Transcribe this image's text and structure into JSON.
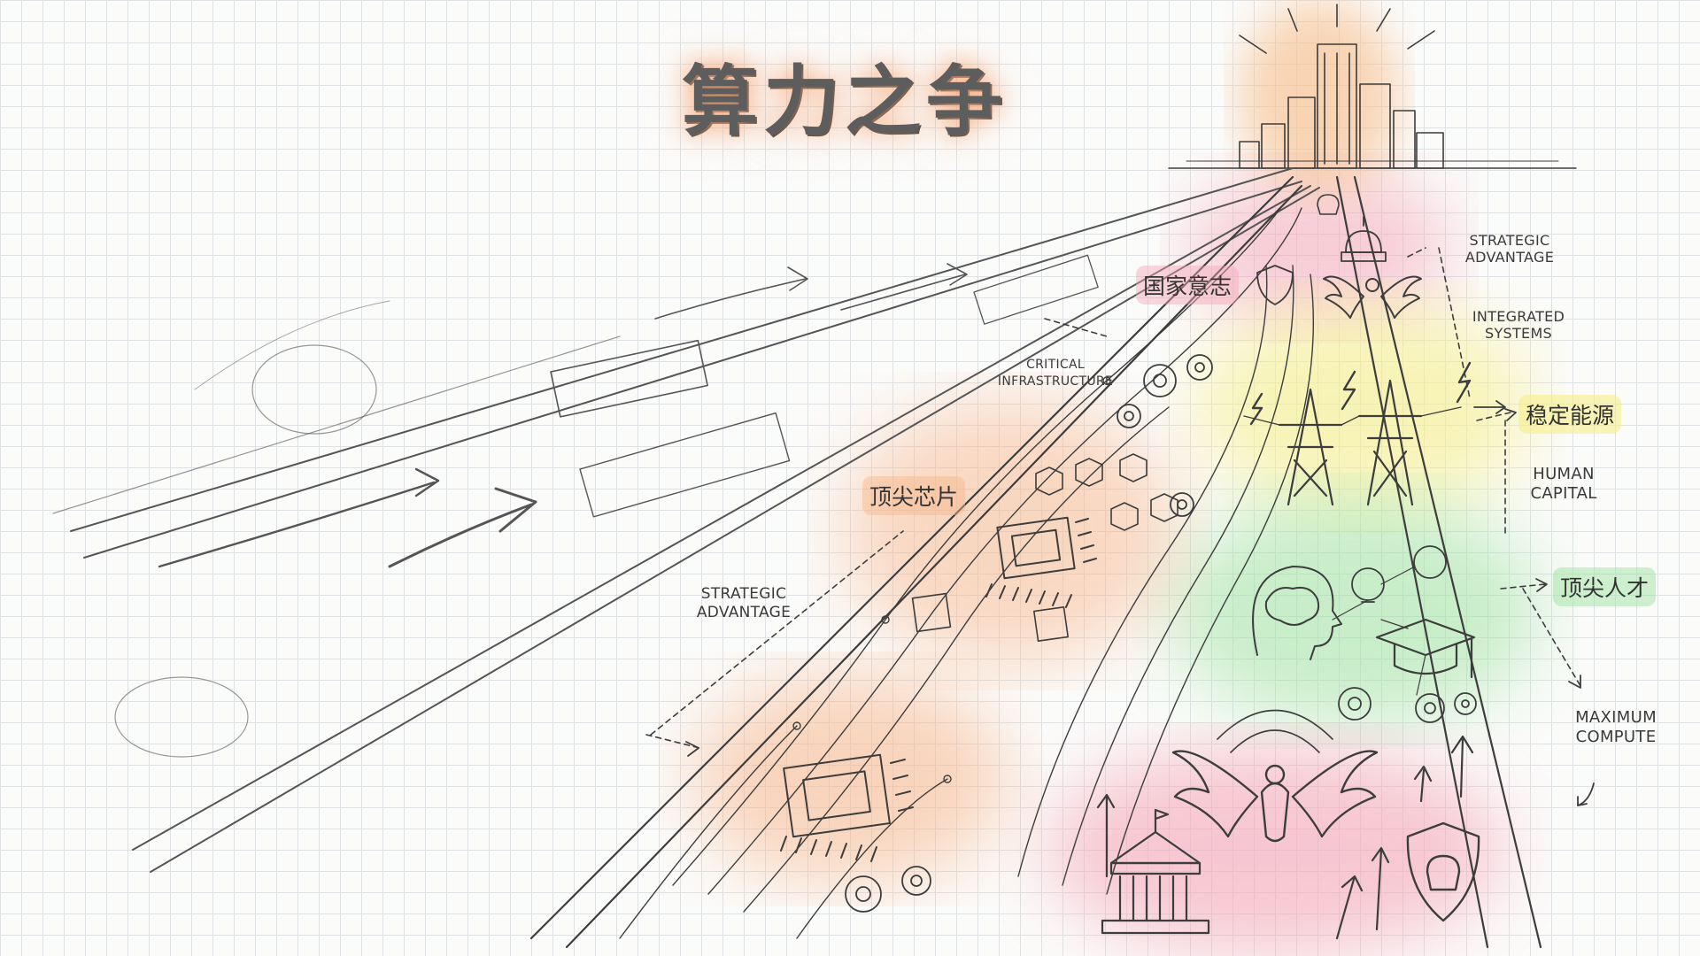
{
  "title": "算力之争",
  "pillars": {
    "national_will": {
      "label": "国家意志",
      "color": "#f4a6b8"
    },
    "top_chips": {
      "label": "顶尖芯片",
      "color": "#f7b58a"
    },
    "stable_energy": {
      "label": "稳定能源",
      "color": "#f6ef8a"
    },
    "top_talent": {
      "label": "顶尖人才",
      "color": "#9fe3a0"
    }
  },
  "annotations": {
    "strategic_advantage_top": "STRATEGIC\nADVANTAGE",
    "integrated_systems": "INTEGRATED\nSYSTEMS",
    "critical_infrastructure": "CRITICAL\nINFRASTRUCTURE",
    "human_capital": "HUMAN\nCAPITAL",
    "strategic_advantage_left": "STRATEGIC\nADVANTAGE",
    "maximum_compute": "MAXIMUM\nCOMPUTE"
  },
  "icons": [
    "city-skyline-icon",
    "capitol-icon",
    "eagle-icon",
    "shield-icon",
    "fist-icon",
    "power-tower-icon",
    "lightning-icon",
    "gear-icon",
    "chip-icon",
    "brain-head-icon",
    "lightbulb-icon",
    "graduation-cap-icon"
  ],
  "colors": {
    "sketch": "#3d3d3d",
    "grid": "#dfe2e4",
    "title_glow": "#f7a06e"
  }
}
